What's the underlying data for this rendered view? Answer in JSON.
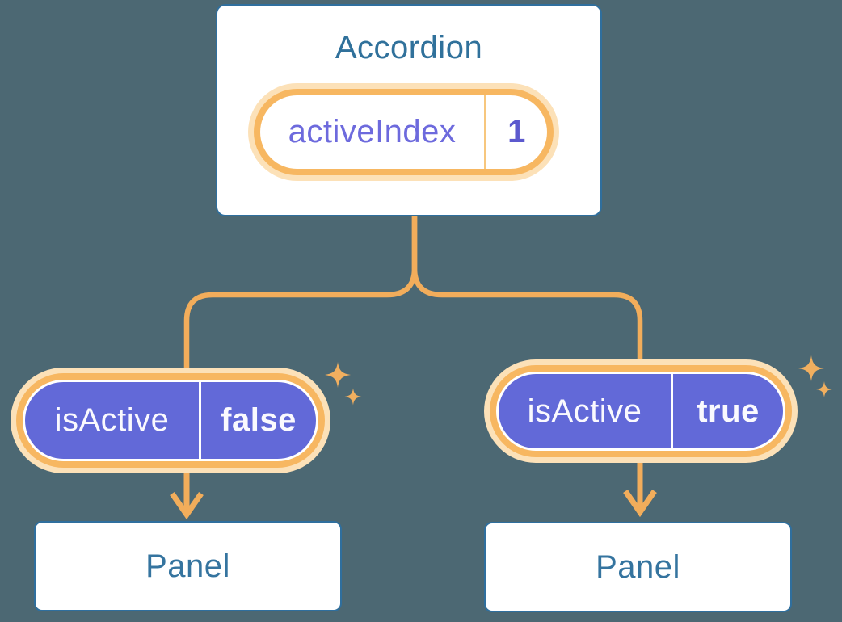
{
  "accordion": {
    "title": "Accordion",
    "prop_name": "activeIndex",
    "prop_value": "1"
  },
  "left_item": {
    "prop_name": "isActive",
    "prop_value": "false",
    "panel_label": "Panel"
  },
  "right_item": {
    "prop_name": "isActive",
    "prop_value": "true",
    "panel_label": "Panel"
  },
  "colors": {
    "background": "#4C6873",
    "node_fill": "#FFFFFF",
    "node_border_blue": "#2F6F9E",
    "node_text_blue": "#30719B",
    "pill_purple_fill": "#6269D8",
    "pill_text_light": "#FAF9FE",
    "state_name_purple": "#6D6ADD",
    "state_value_purple": "#5C59CE",
    "ring_orange": "#F7B761",
    "halo_cream": "#FCE1B8",
    "connector_orange": "#F2AD5B",
    "sparkle_orange": "#F1AF5F"
  },
  "icons": {
    "sparkle_icon": "four-point-star (✦)",
    "arrow_down_icon": "downward chevron arrow (↓)"
  }
}
